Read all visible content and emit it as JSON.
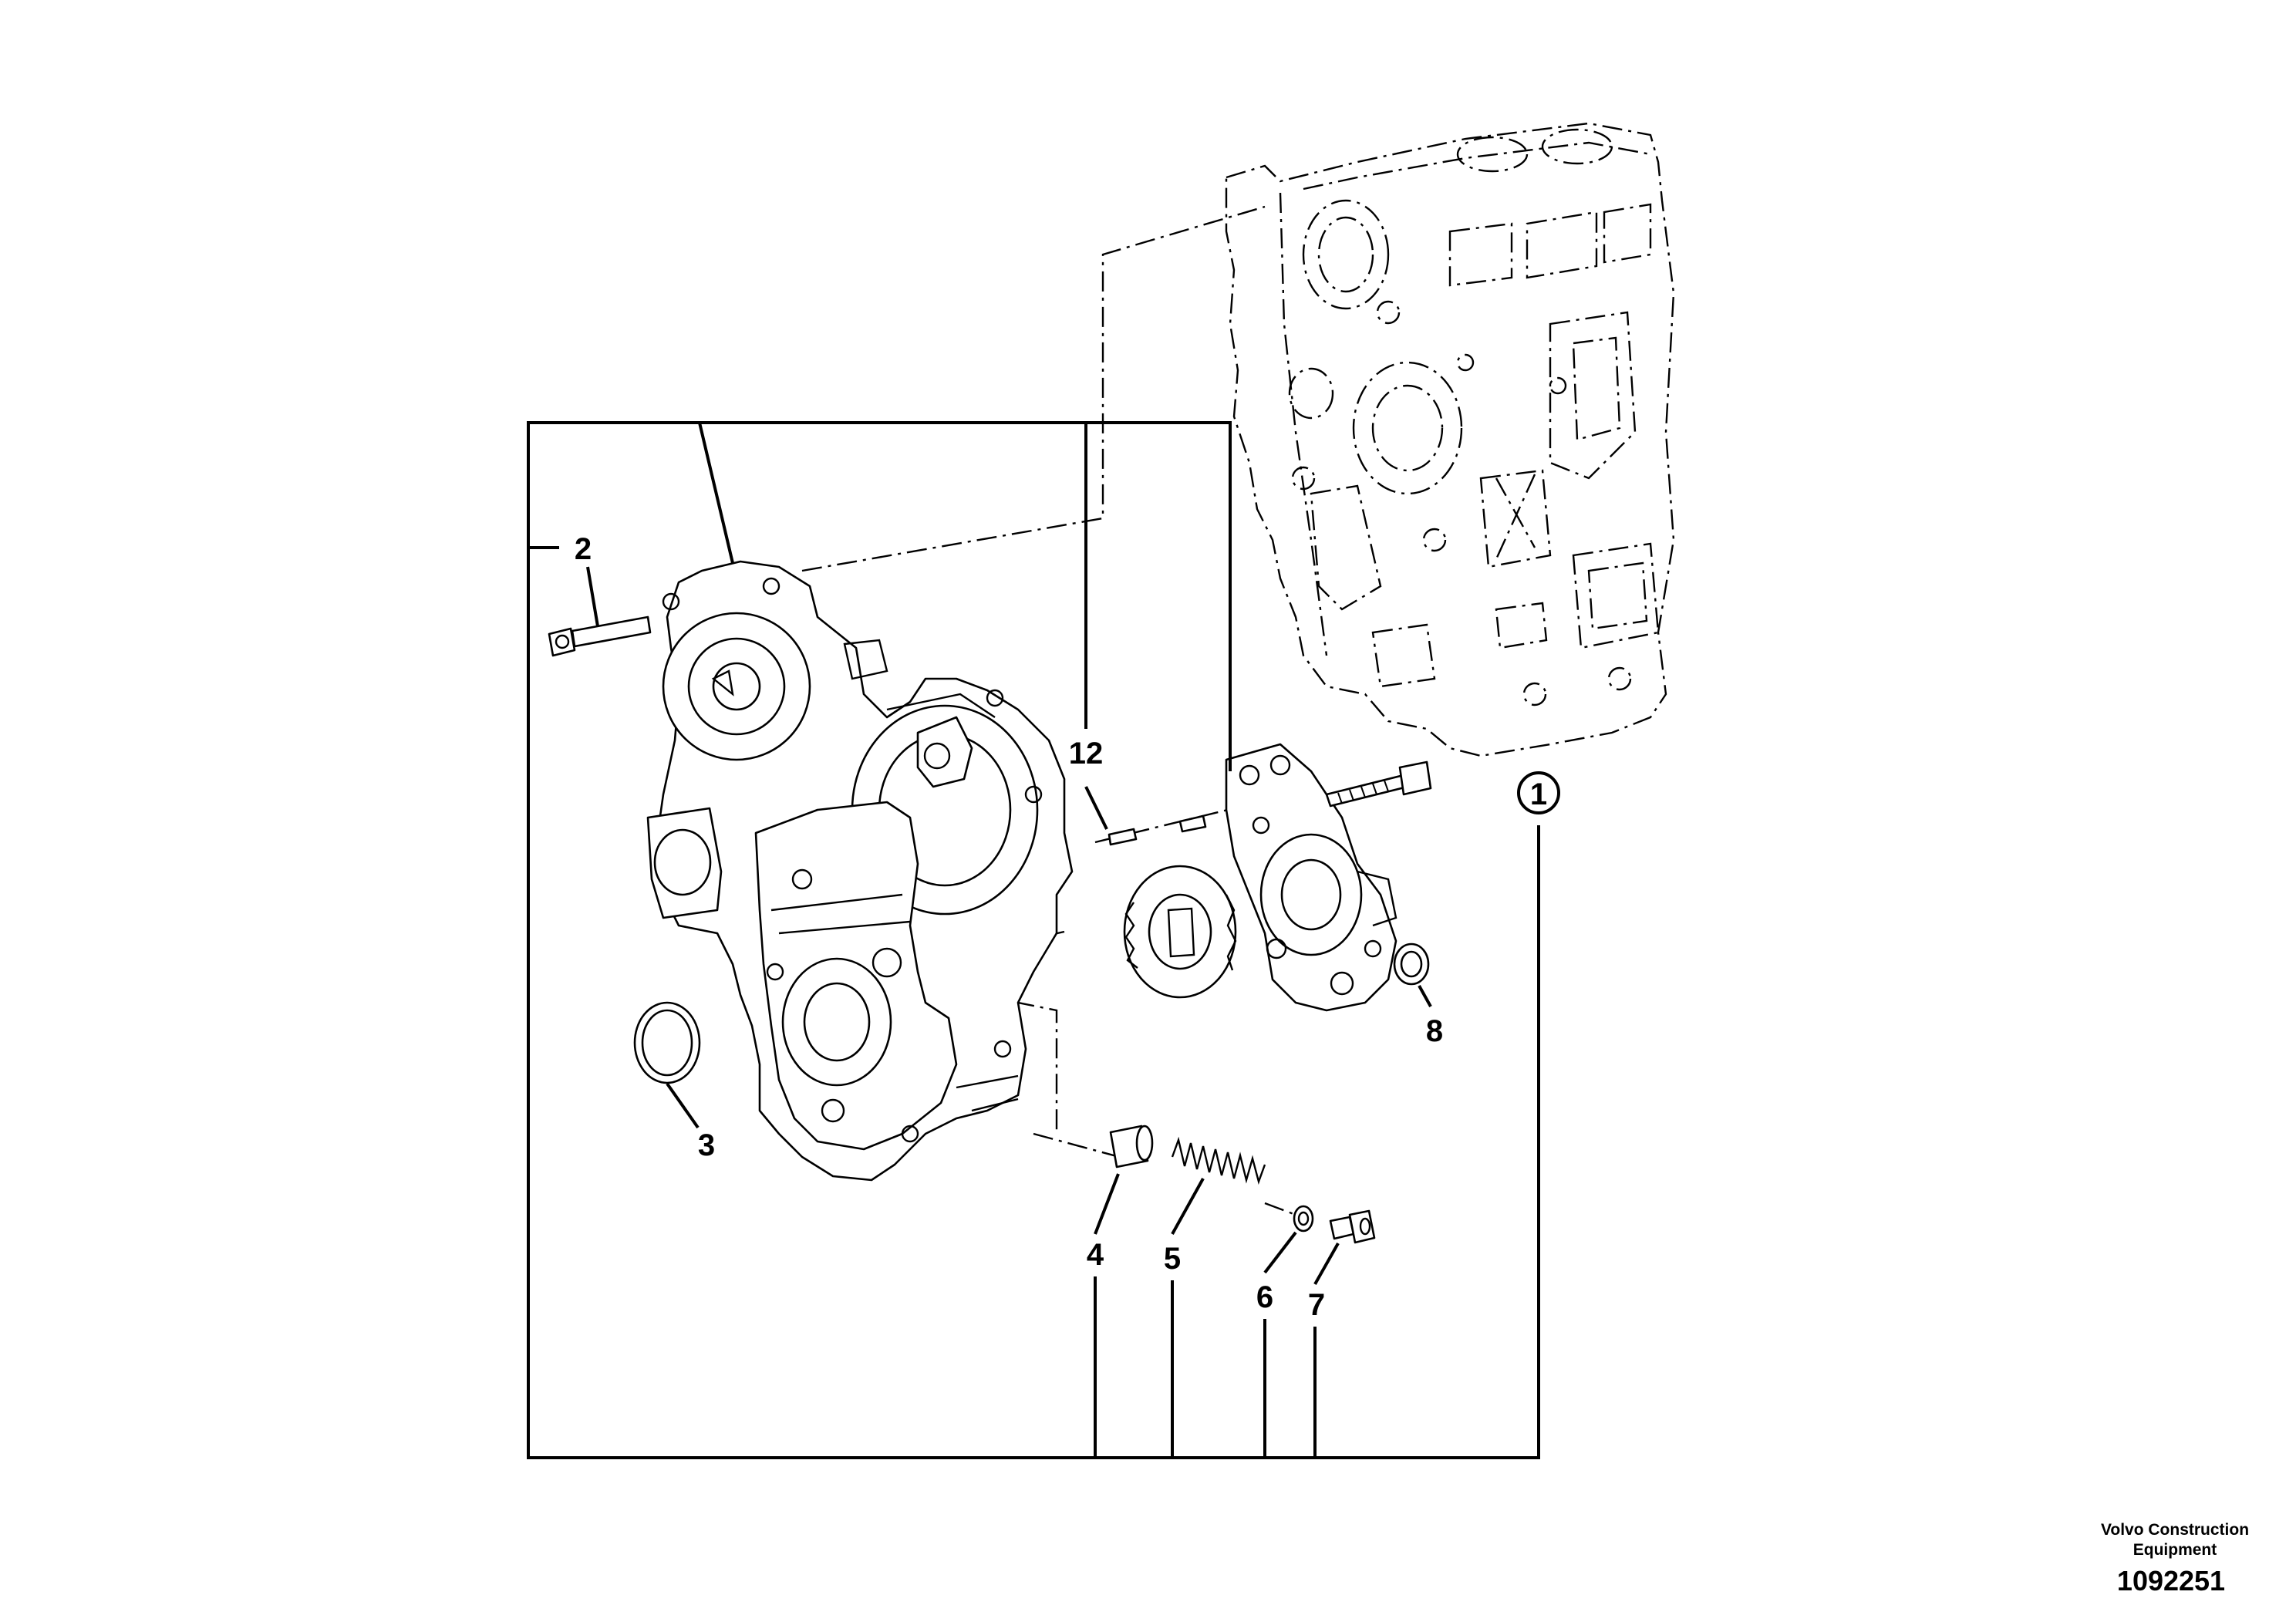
{
  "callouts": {
    "c1": "1",
    "c2": "2",
    "c3": "3",
    "c4": "4",
    "c5": "5",
    "c6": "6",
    "c7": "7",
    "c8": "8",
    "c12": "12"
  },
  "publisher_mark": {
    "line1": "Volvo Construction",
    "line2": "Equipment",
    "drawing_number": "1092251"
  }
}
